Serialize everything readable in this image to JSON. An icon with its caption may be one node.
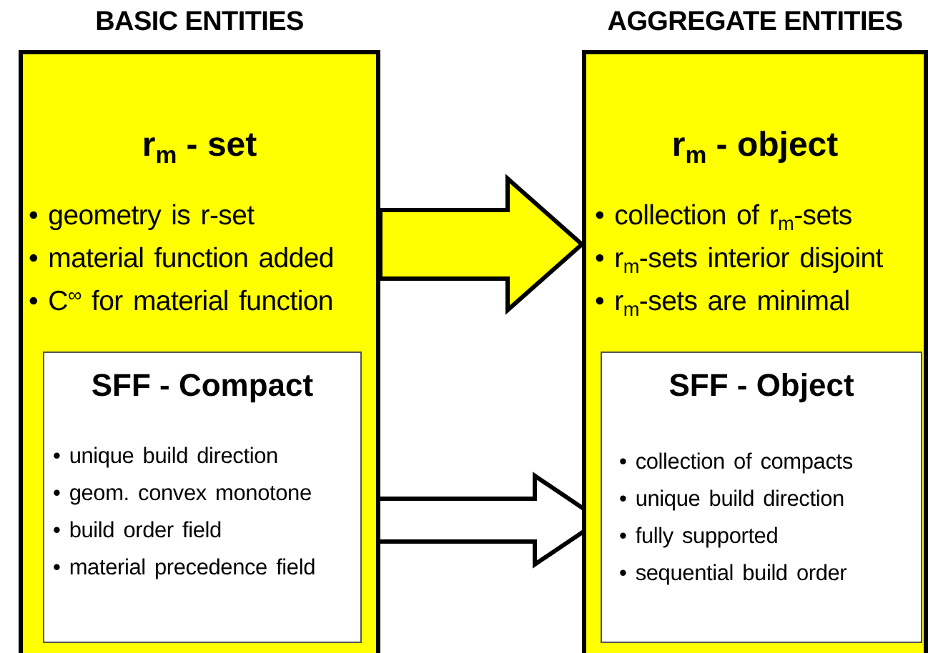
{
  "diagram": {
    "nodes": [
      {
        "text": [
          "BASIC ENTITIES",
          "r$_{m}$ - set",
          "• geometry is r-set",
          "• material function added",
          "• C$^{∞}$ for material function"
        ]
      },
      {
        "text": [
          "SFF - Compact",
          "• unique build direction",
          "• geom. convex monotone",
          "• build order field",
          "• material precedence field"
        ],
        "in": 0
      },
      {
        "text": [
          "AGGREGATE ENTITIES",
          "r$_{m}$ - object",
          "• collection of r$_{m}$-sets",
          "• r$_{m}$-sets interior disjoint",
          "• r$_{m}$-sets are minimal"
        ]
      },
      {
        "text": [
          "SFF - Object",
          "• collection of compacts",
          "• unique build direction",
          "• fully supported",
          "• sequential build order"
        ],
        "in": 2
      }
    ],
    "edges": [
      {
        "from": 0,
        "to": 2,
        "arrow": "to"
      },
      {
        "from": 1,
        "to": 3,
        "arrow": "to"
      }
    ]
  }
}
